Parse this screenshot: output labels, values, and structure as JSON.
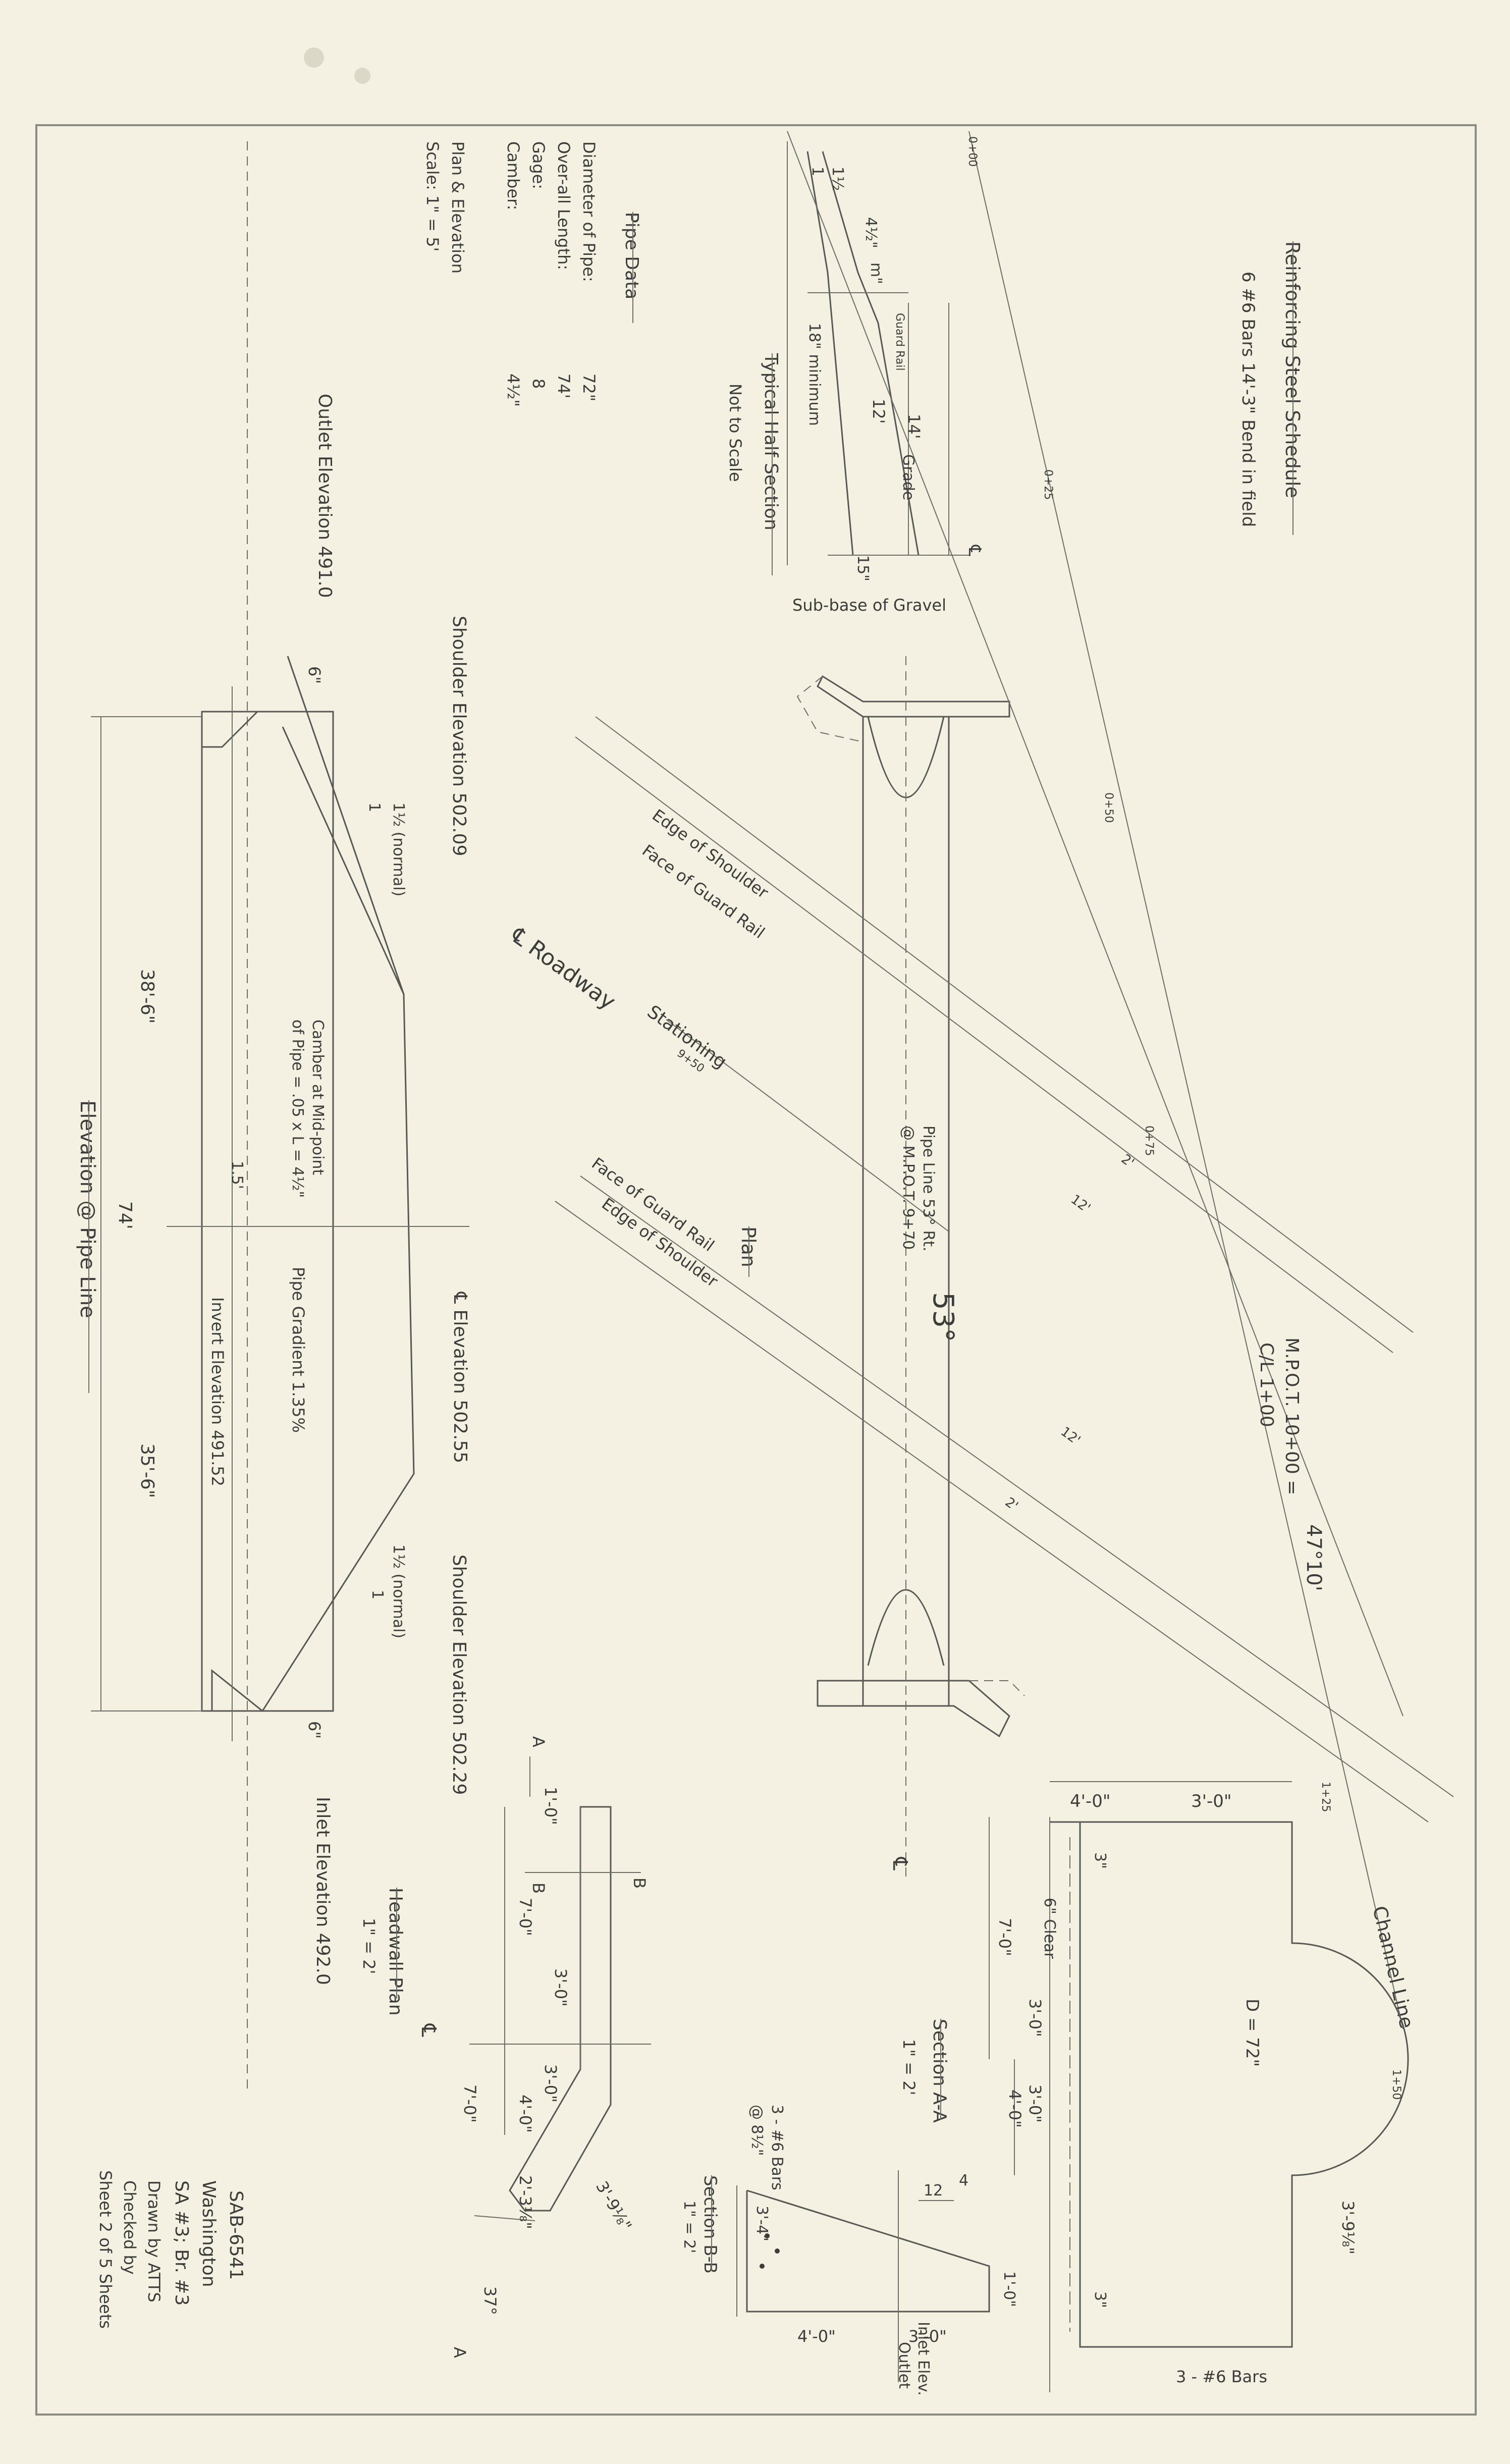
{
  "schedule": {
    "title": "Reinforcing Steel Schedule",
    "row": "6   #6 Bars   14'-3\"   Bend in field"
  },
  "pipe_data": {
    "title": "Pipe Data",
    "diameter_label": "Diameter of Pipe:",
    "diameter_value": "72\"",
    "length_label": "Over-all Length:",
    "length_value": "74'",
    "gage_label": "Gage:",
    "gage_value": "8",
    "camber_label": "Camber:",
    "camber_value": "4½\"",
    "scale_line1": "Plan & Elevation",
    "scale_line2": "Scale: 1\" = 5'"
  },
  "half_section": {
    "title": "Typical Half Section",
    "subtitle": "Not to Scale",
    "dim_4_5": "4½\"",
    "dim_1": "1",
    "dim_1_5": "1½",
    "dim_m": "m\"",
    "guard_rail": "Guard Rail",
    "dim_18min": "18\" minimum",
    "dim_12": "12'",
    "dim_14": "14'",
    "grade": "Grade",
    "dim_15": "15\"",
    "cl": "℄",
    "sub_base": "Sub-base of Gravel"
  },
  "plan": {
    "title": "Plan",
    "edge_shoulder_top": "Edge of Shoulder",
    "face_guard_top": "Face of Guard Rail",
    "roadway": "℄ Roadway",
    "stationing": "Stationing",
    "sta_950": "9+50",
    "pipe_line_1": "Pipe Line 53° Rt.",
    "pipe_line_2": "@ M.P.O.T. 9+70",
    "angle": "53°",
    "face_guard_bottom": "Face of Guard Rail",
    "edge_shoulder_bottom": "Edge of Shoulder",
    "mpot_1": "M.P.O.T. 10+00 =",
    "mpot_2": "C/L 1+00",
    "angle_47": "47°10'",
    "dim_2a": "2'",
    "dim_12a": "12'",
    "dim_12b": "12'",
    "dim_2b": "2'",
    "sta_000": "0+00",
    "sta_025": "0+25",
    "sta_050": "0+50",
    "sta_075": "0+75",
    "sta_125": "1+25",
    "sta_150": "1+50",
    "cl_pipe": "℄",
    "channel_line": "Channel Line"
  },
  "elevation": {
    "title": "Elevation @ Pipe Line",
    "outlet_elev": "Outlet Elevation 491.0",
    "dim_6a": "6\"",
    "shoulder_elev_1": "Shoulder Elevation 502.09",
    "slope_1": "1",
    "slope_normal_1": "1½ (normal)",
    "camber_1": "Camber at Mid-point",
    "camber_2": "of Pipe = .05 x L = 4½\"",
    "dim_1_5": "1.5'",
    "dim_38": "38'-6\"",
    "dim_74": "74'",
    "dim_35": "35'-6\"",
    "pipe_gradient": "Pipe Gradient 1.35%",
    "cl_elev": "℄ Elevation 502.55",
    "invert_elev": "Invert Elevation 491.52",
    "slope_normal_2": "1½ (normal)",
    "slope_2": "1",
    "shoulder_elev_2": "Shoulder Elevation 502.29",
    "dim_6b": "6\"",
    "inlet_elev": "Inlet Elevation 492.0"
  },
  "headwall_plan": {
    "title": "Headwall Plan",
    "scale": "1\" = 2'",
    "cut_a_top": "A",
    "cut_b_left": "B",
    "cut_b_right": "B",
    "cut_a_bottom": "A",
    "dim_1_0": "1'-0\"",
    "dim_7_0_v": "7'-0\"",
    "dim_3_0_a": "3'-0\"",
    "dim_3_0_b": "3'-0\"",
    "dim_4_0": "4'-0\"",
    "dim_7_0_h": "7'-0\"",
    "dim_2_3": "2'-3⅛\"",
    "dim_3_9": "3'-9⅛\"",
    "angle_37": "37°",
    "cl": "℄"
  },
  "section_aa": {
    "title": "Section A-A",
    "scale": "1\" = 2'",
    "dim_4_0": "4'-0\"",
    "dim_3_0": "3'-0\"",
    "dim_3_top": "3\"",
    "clear": "6\" Clear",
    "dim_7_0": "7'-0\"",
    "dim_3_0_a": "3'-0\"",
    "dim_3_0_b": "3'-0\"",
    "dim_4_0_v": "4'-0\"",
    "diameter": "D = 72\"",
    "dim_3_9": "3'-9⅛\"",
    "dim_3_bot": "3\"",
    "bars": "3 - #6 Bars",
    "slope_12": "12",
    "slope_4": "4"
  },
  "section_bb": {
    "title": "Section B-B",
    "scale": "1\" = 2'",
    "bars_1": "3 - #6 Bars",
    "bars_2": "@ 8½\"",
    "dim_3_4": "3'-4\"",
    "dim_1_0": "1'-0\"",
    "dim_4_0": "4'-0\"",
    "dim_3_0": "3'-0\"",
    "inlet_1": "Inlet Elev.",
    "inlet_2": "Outlet"
  },
  "title_block": {
    "number": "SAB-6541",
    "state": "Washington",
    "route": "SA #3; Br. #3",
    "drawn": "Drawn by ATTS",
    "checked": "Checked by",
    "sheet": "Sheet 2 of 5 Sheets"
  },
  "colors": {
    "paper": "#f4f1e2",
    "ink": "#3c3c3a",
    "line": "#585854"
  }
}
